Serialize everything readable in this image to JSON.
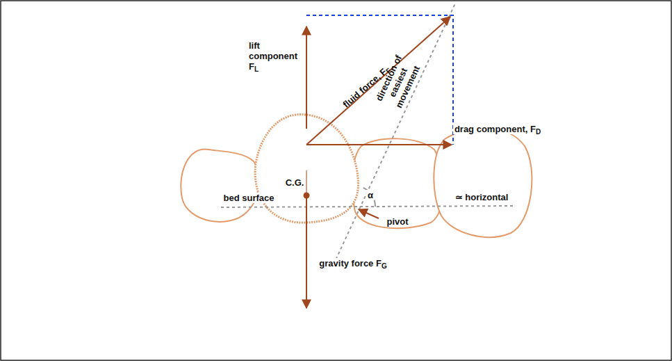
{
  "diagram": {
    "labels": [
      "lift component FL",
      "fluid force, FF",
      "direction of easiest movement",
      "drag component, FD",
      "C.G.",
      "bed surface",
      "α",
      "≃ horizontal",
      "pivot",
      "gravity force FG"
    ]
  }
}
